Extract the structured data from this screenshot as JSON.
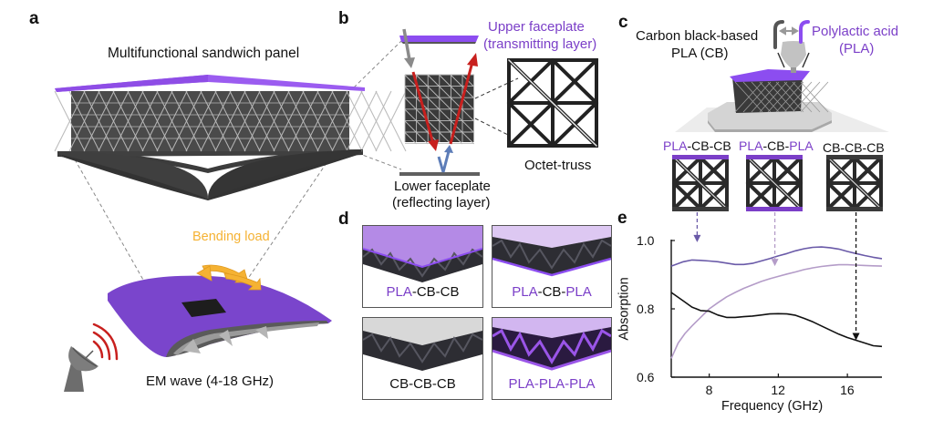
{
  "figure": {
    "panels": {
      "a": {
        "label": "a",
        "title": "Multifunctional sandwich panel",
        "load_label": "Bending load",
        "wave_label": "EM wave (4-18 GHz)",
        "icons": [
          "sandwich-panel-render",
          "wing-render",
          "bending-arrows-icon",
          "radar-antenna-icon",
          "em-wave-icon"
        ]
      },
      "b": {
        "label": "b",
        "upper_line1": "Upper faceplate",
        "upper_line2": "(transmitting layer)",
        "lower_line1": "Lower faceplate",
        "lower_line2": "(reflecting layer)",
        "unit_cell_label": "Octet-truss"
      },
      "c": {
        "label": "c",
        "cb_line1": "Carbon black-based",
        "cb_line2": "PLA (CB)",
        "pla_line1": "Polylactic acid",
        "pla_line2": "(PLA)",
        "configs": [
          {
            "parts": [
              {
                "text": "PLA",
                "purple": true
              },
              {
                "text": "-CB-CB",
                "purple": false
              }
            ],
            "top": "PLA",
            "bottom": "CB"
          },
          {
            "parts": [
              {
                "text": "PLA",
                "purple": true
              },
              {
                "text": "-CB-",
                "purple": false
              },
              {
                "text": "PLA",
                "purple": true
              }
            ],
            "top": "PLA",
            "bottom": "PLA"
          },
          {
            "parts": [
              {
                "text": "CB-CB-CB",
                "purple": false
              }
            ],
            "top": "CB",
            "bottom": "CB"
          }
        ]
      },
      "d": {
        "label": "d",
        "samples": [
          {
            "parts": [
              {
                "text": "PLA",
                "purple": true
              },
              {
                "text": "-CB-CB",
                "purple": false
              }
            ]
          },
          {
            "parts": [
              {
                "text": "PLA",
                "purple": true
              },
              {
                "text": "-CB-",
                "purple": false
              },
              {
                "text": "PLA",
                "purple": true
              }
            ]
          },
          {
            "parts": [
              {
                "text": "CB-CB-CB",
                "purple": false
              }
            ]
          },
          {
            "parts": [
              {
                "text": "PLA-PLA-PLA",
                "purple": true
              }
            ]
          }
        ]
      },
      "e": {
        "label": "e"
      }
    },
    "colors": {
      "pla_purple": "#7b3fc8",
      "cb_black": "#2a2a2a",
      "bending_orange": "#f5b233",
      "incident_gray": "#808080",
      "reflect_red": "#c8201e",
      "reflect_blue": "#5d7db8"
    }
  },
  "chart_data": {
    "type": "line",
    "title": "",
    "xlabel": "Frequency (GHz)",
    "ylabel": "Absorption",
    "xlim": [
      5.8,
      18
    ],
    "ylim": [
      0.6,
      1.0
    ],
    "xticks": [
      8,
      12,
      16
    ],
    "yticks": [
      "0.6",
      "0.8",
      "1.0"
    ],
    "grid": false,
    "legend": "none (series identified by arrows from panel c)",
    "series": [
      {
        "name": "PLA-CB-CB",
        "color": "#6a5aa8",
        "x": [
          5.8,
          6.5,
          7.0,
          7.5,
          8.0,
          8.5,
          9.0,
          9.5,
          10.0,
          10.5,
          11.0,
          11.5,
          12.0,
          12.5,
          13.0,
          13.5,
          14.0,
          14.5,
          15.0,
          15.5,
          16.0,
          16.5,
          17.0,
          17.5,
          18.0
        ],
        "y": [
          0.925,
          0.938,
          0.943,
          0.942,
          0.94,
          0.938,
          0.934,
          0.93,
          0.93,
          0.933,
          0.94,
          0.947,
          0.955,
          0.962,
          0.97,
          0.976,
          0.98,
          0.981,
          0.979,
          0.975,
          0.968,
          0.962,
          0.956,
          0.951,
          0.947
        ]
      },
      {
        "name": "PLA-CB-PLA",
        "color": "#b49cc8",
        "x": [
          5.8,
          6.2,
          6.6,
          7.0,
          7.5,
          8.0,
          8.5,
          9.0,
          9.5,
          10.0,
          10.5,
          11.0,
          11.5,
          12.0,
          12.5,
          13.0,
          13.5,
          14.0,
          14.5,
          15.0,
          15.5,
          16.0,
          16.5,
          17.0,
          17.5,
          18.0
        ],
        "y": [
          0.655,
          0.7,
          0.728,
          0.75,
          0.775,
          0.8,
          0.818,
          0.835,
          0.848,
          0.86,
          0.87,
          0.88,
          0.888,
          0.895,
          0.902,
          0.908,
          0.915,
          0.92,
          0.924,
          0.927,
          0.929,
          0.929,
          0.928,
          0.927,
          0.926,
          0.925
        ]
      },
      {
        "name": "CB-CB-CB",
        "color": "#111111",
        "x": [
          5.8,
          6.5,
          7.0,
          7.5,
          8.0,
          8.5,
          9.0,
          9.5,
          10.0,
          10.5,
          11.0,
          11.5,
          12.0,
          12.5,
          13.0,
          13.5,
          14.0,
          14.5,
          15.0,
          15.5,
          16.0,
          16.5,
          17.0,
          17.5,
          18.0
        ],
        "y": [
          0.848,
          0.823,
          0.805,
          0.795,
          0.793,
          0.782,
          0.775,
          0.775,
          0.777,
          0.779,
          0.782,
          0.785,
          0.786,
          0.785,
          0.781,
          0.772,
          0.762,
          0.75,
          0.738,
          0.726,
          0.716,
          0.708,
          0.7,
          0.692,
          0.69
        ]
      }
    ],
    "annotations": [
      {
        "type": "arrow",
        "series": "PLA-CB-CB",
        "x": 7.3,
        "style": "dashed",
        "color": "#6a5aa8"
      },
      {
        "type": "arrow",
        "series": "PLA-CB-PLA",
        "x": 11.8,
        "style": "dashed",
        "color": "#b49cc8"
      },
      {
        "type": "arrow",
        "series": "CB-CB-CB",
        "x": 16.5,
        "style": "dashed",
        "color": "#111111"
      }
    ]
  }
}
